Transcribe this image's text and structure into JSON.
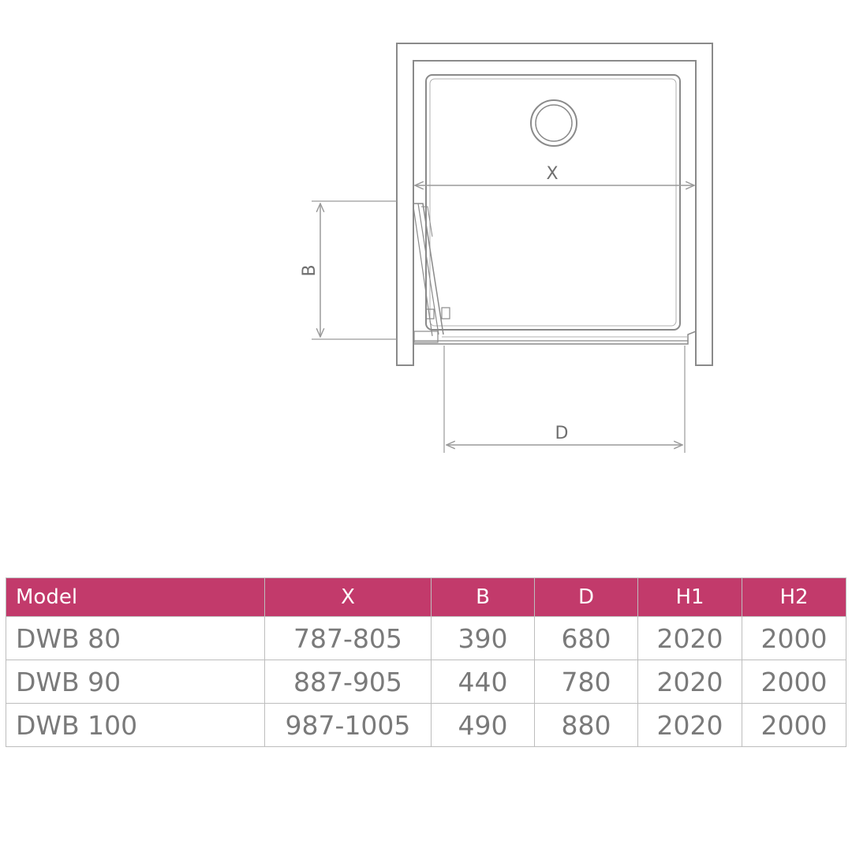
{
  "diagram": {
    "labels": {
      "x": "X",
      "b": "B",
      "d": "D"
    },
    "colors": {
      "line": "#8a8a8a",
      "dimension": "#9a9a9a",
      "wall_fill": "#ffffff"
    }
  },
  "table": {
    "header_color": "#c23a6b",
    "columns": [
      "Model",
      "X",
      "B",
      "D",
      "H1",
      "H2"
    ],
    "rows": [
      [
        "DWB 80",
        "787-805",
        "390",
        "680",
        "2020",
        "2000"
      ],
      [
        "DWB 90",
        "887-905",
        "440",
        "780",
        "2020",
        "2000"
      ],
      [
        "DWB 100",
        "987-1005",
        "490",
        "880",
        "2020",
        "2000"
      ]
    ]
  }
}
